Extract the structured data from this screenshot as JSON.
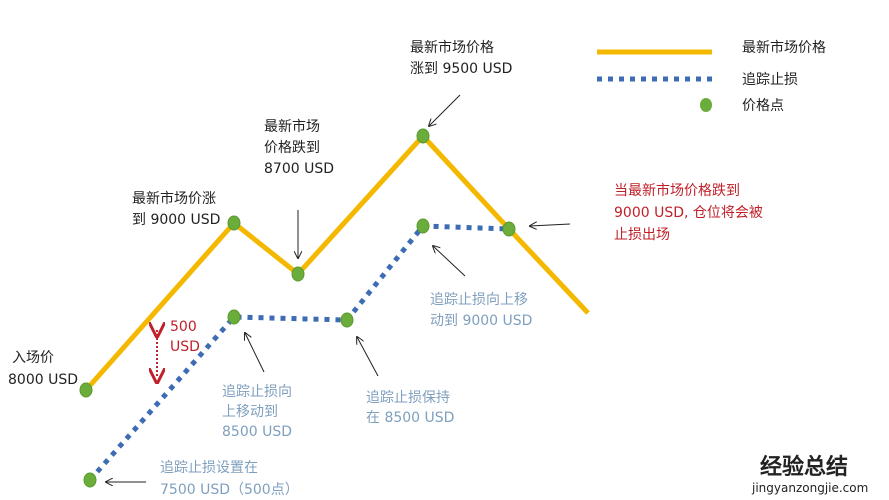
{
  "colors": {
    "price_line": "#f5b800",
    "trailing_stop": "#3d6cb5",
    "price_point": "#6aad3a",
    "note_red": "#c0202a",
    "note_blue": "#7f9fbf"
  },
  "legend": [
    {
      "label": "最新市场价格",
      "style": "solid-yellow-line"
    },
    {
      "label": "追踪止损",
      "style": "dotted-blue-line"
    },
    {
      "label": "价格点",
      "style": "green-dot"
    }
  ],
  "annotations": {
    "entry": [
      "入场价",
      "8000 USD"
    ],
    "rise_9000": [
      "最新市场价涨",
      "到 9000 USD"
    ],
    "fall_8700": [
      "最新市场",
      "价格跌到",
      "8700 USD"
    ],
    "rise_9500": [
      "最新市场价格",
      "涨到 9500 USD"
    ],
    "exit_note": [
      "当最新市场价格跌到",
      "9000 USD, 仓位将会被",
      "止损出场"
    ],
    "gap": [
      "500",
      "USD"
    ],
    "stop_set": [
      "追踪止损设置在",
      "7500 USD（500点）"
    ],
    "stop_up_8500": [
      "追踪止损向",
      "上移动到",
      "8500 USD"
    ],
    "stop_hold": [
      "追踪止损保持",
      "在 8500 USD"
    ],
    "stop_up_9000": [
      "追踪止损向上移",
      "动到 9000 USD"
    ]
  },
  "series": {
    "market_price_usd": [
      8000,
      9000,
      8700,
      9500,
      9000,
      8500
    ],
    "trailing_stop_usd": [
      7500,
      8500,
      8500,
      9000,
      9000
    ]
  },
  "watermark": {
    "title": "经验总结",
    "url": "jingyanzongjie.com"
  }
}
